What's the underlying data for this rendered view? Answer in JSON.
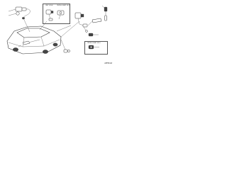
{
  "boxes": {
    "top_center": {
      "labels": [
        "(KEY LESS)",
        "(INTELLIGENT KEY)"
      ]
    },
    "bottom_right": {
      "labels": [
        "(INTELLIGENT KEY)"
      ]
    }
  },
  "diagram_id": "A8FB0A8"
}
